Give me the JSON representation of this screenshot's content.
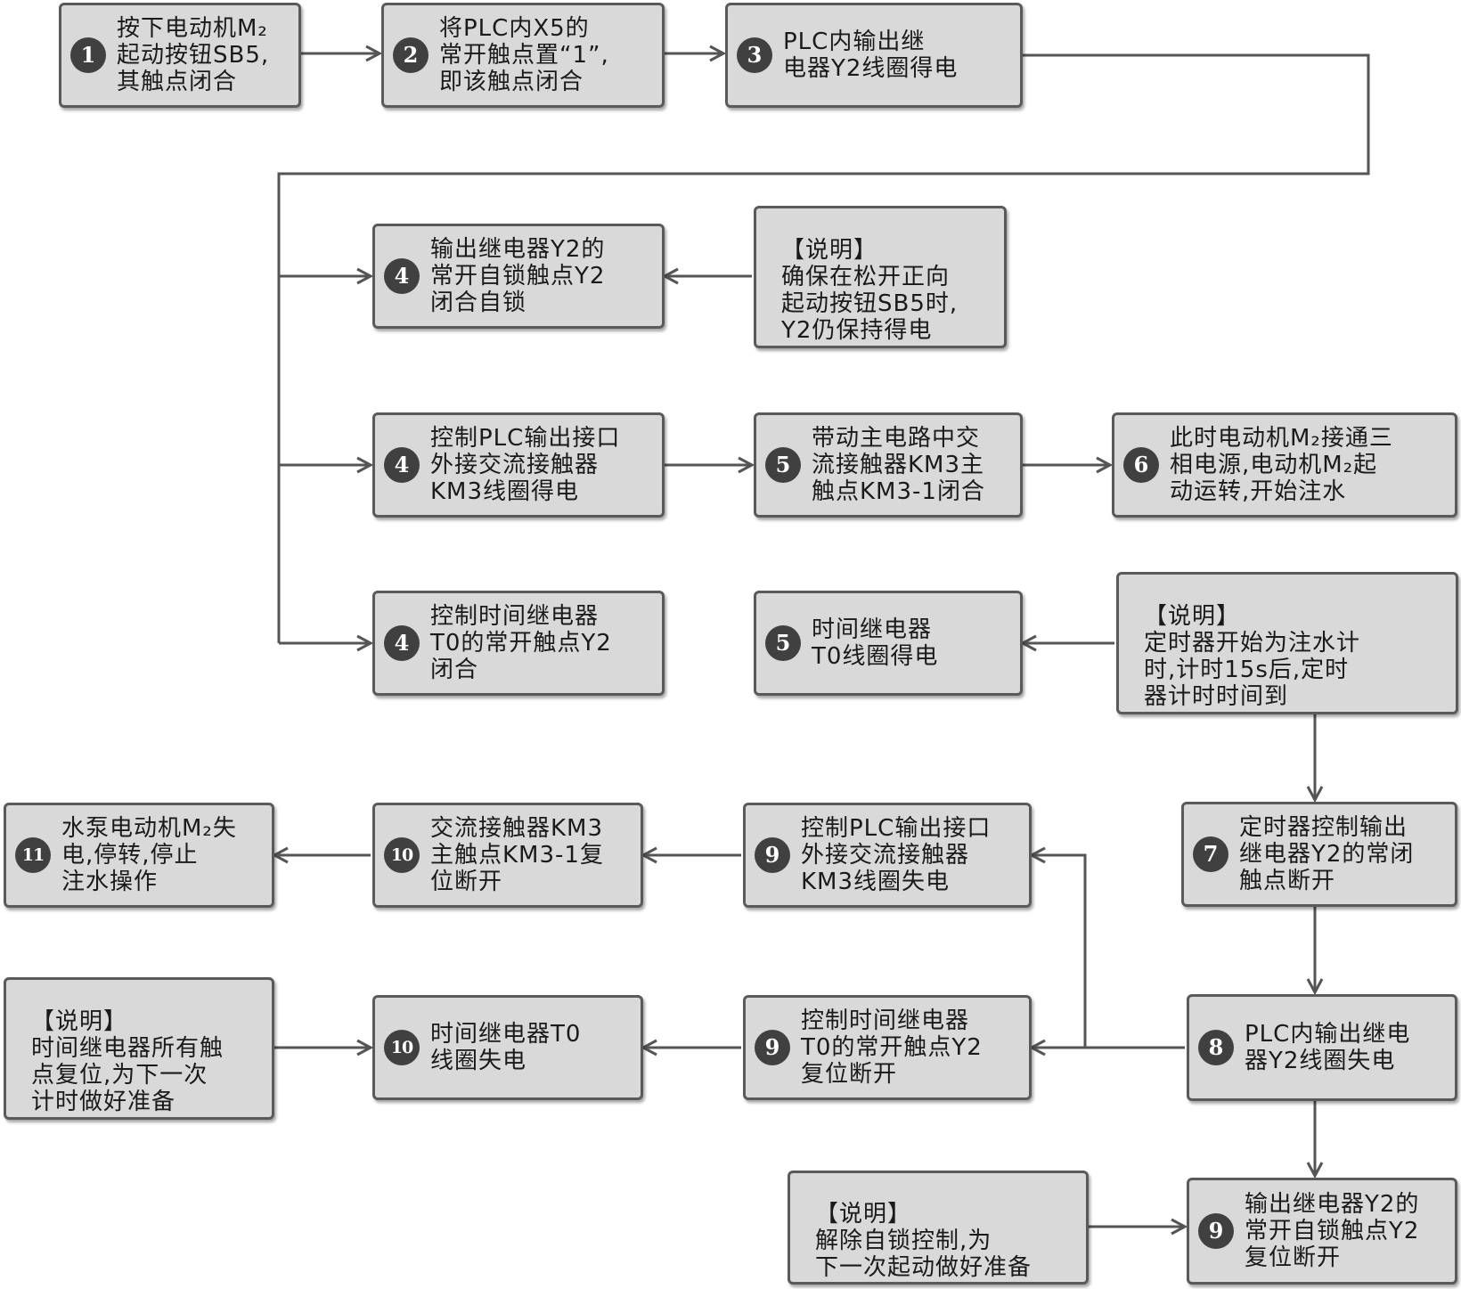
{
  "steps": {
    "s1": {
      "num": "1",
      "text": "按下电动机M₂\n起动按钮SB5,\n其触点闭合"
    },
    "s2": {
      "num": "2",
      "text": "将PLC内X5的\n常开触点置“1”,\n即该触点闭合"
    },
    "s3": {
      "num": "3",
      "text": "PLC内输出继\n电器Y2线圈得电"
    },
    "s4a": {
      "num": "4",
      "text": "输出继电器Y2的\n常开自锁触点Y2\n闭合自锁"
    },
    "s4b": {
      "num": "4",
      "text": "控制PLC输出接口\n外接交流接触器\nKM3线圈得电"
    },
    "s5b": {
      "num": "5",
      "text": "带动主电路中交\n流接触器KM3主\n触点KM3-1闭合"
    },
    "s6": {
      "num": "6",
      "text": "此时电动机M₂接通三\n相电源,电动机M₂起\n动运转,开始注水"
    },
    "s4c": {
      "num": "4",
      "text": "控制时间继电器\nT0的常开触点Y2\n闭合"
    },
    "s5c": {
      "num": "5",
      "text": "时间继电器\nT0线圈得电"
    },
    "s7": {
      "num": "7",
      "text": "定时器控制输出\n继电器Y2的常闭\n触点断开"
    },
    "s9a": {
      "num": "9",
      "text": "控制PLC输出接口\n外接交流接触器\nKM3线圈失电"
    },
    "s10a": {
      "num": "10",
      "text": "交流接触器KM3\n主触点KM3-1复\n位断开"
    },
    "s11": {
      "num": "11",
      "text": "水泵电动机M₂失\n电,停转,停止\n注水操作"
    },
    "s8": {
      "num": "8",
      "text": "PLC内输出继电\n器Y2线圈失电"
    },
    "s9b": {
      "num": "9",
      "text": "控制时间继电器\nT0的常开触点Y2\n复位断开"
    },
    "s10b": {
      "num": "10",
      "text": "时间继电器T0\n线圈失电"
    },
    "s9c": {
      "num": "9",
      "text": "输出继电器Y2的\n常开自锁触点Y2\n复位断开"
    }
  },
  "notes": {
    "n1": {
      "title": "【说明】",
      "text": "确保在松开正向\n起动按钮SB5时,\nY2仍保持得电"
    },
    "n2": {
      "title": "【说明】",
      "text": "定时器开始为注水计\n时,计时15s后,定时\n器计时时间到"
    },
    "n3": {
      "title": "【说明】",
      "text": "时间继电器所有触\n点复位,为下一次\n计时做好准备"
    },
    "n4": {
      "title": "【说明】",
      "text": "解除自锁控制,为\n下一次起动做好准备"
    }
  },
  "colors": {
    "box_fill": "#d9d9d9",
    "box_border": "#5a5a5a",
    "badge": "#404040",
    "line": "#555555"
  }
}
